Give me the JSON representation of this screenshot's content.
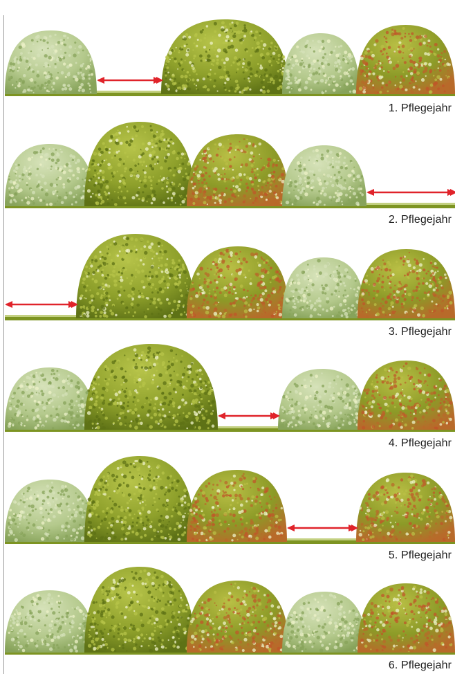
{
  "panels": [
    {
      "label": "1. Pflegejahr",
      "shrubs": [
        {
          "tone": "pale",
          "l": 7,
          "r": 140,
          "h": 92
        },
        {
          "tone": "olive",
          "l": 233,
          "r": 418,
          "h": 108
        },
        {
          "tone": "pale",
          "l": 408,
          "r": 520,
          "h": 88
        },
        {
          "tone": "red",
          "l": 515,
          "r": 658,
          "h": 100
        }
      ],
      "gap": {
        "l": 140,
        "r": 233
      }
    },
    {
      "label": "2. Pflegejahr",
      "shrubs": [
        {
          "tone": "pale",
          "l": 7,
          "r": 137,
          "h": 90
        },
        {
          "tone": "olive",
          "l": 122,
          "r": 282,
          "h": 122
        },
        {
          "tone": "red",
          "l": 270,
          "r": 418,
          "h": 104
        },
        {
          "tone": "pale",
          "l": 408,
          "r": 530,
          "h": 88
        }
      ],
      "gap": {
        "l": 530,
        "r": 658
      }
    },
    {
      "label": "3. Pflegejahr",
      "shrubs": [
        {
          "tone": "olive",
          "l": 110,
          "r": 282,
          "h": 122
        },
        {
          "tone": "red",
          "l": 270,
          "r": 418,
          "h": 104
        },
        {
          "tone": "pale",
          "l": 408,
          "r": 528,
          "h": 88
        },
        {
          "tone": "red",
          "l": 517,
          "r": 658,
          "h": 100
        }
      ],
      "gap": {
        "l": 7,
        "r": 110
      }
    },
    {
      "label": "4. Pflegejahr",
      "shrubs": [
        {
          "tone": "pale",
          "l": 7,
          "r": 137,
          "h": 90
        },
        {
          "tone": "olive",
          "l": 122,
          "r": 315,
          "h": 124
        },
        {
          "tone": "pale",
          "l": 402,
          "r": 530,
          "h": 88
        },
        {
          "tone": "red",
          "l": 517,
          "r": 658,
          "h": 100
        }
      ],
      "gap": {
        "l": 315,
        "r": 402
      }
    },
    {
      "label": "5. Pflegejahr",
      "shrubs": [
        {
          "tone": "pale",
          "l": 7,
          "r": 137,
          "h": 90
        },
        {
          "tone": "olive",
          "l": 122,
          "r": 282,
          "h": 124
        },
        {
          "tone": "red",
          "l": 270,
          "r": 415,
          "h": 104
        },
        {
          "tone": "red",
          "l": 515,
          "r": 658,
          "h": 100
        }
      ],
      "gap": {
        "l": 415,
        "r": 515
      }
    },
    {
      "label": "6. Pflegejahr",
      "shrubs": [
        {
          "tone": "pale",
          "l": 7,
          "r": 137,
          "h": 90
        },
        {
          "tone": "olive",
          "l": 122,
          "r": 282,
          "h": 124
        },
        {
          "tone": "red",
          "l": 270,
          "r": 418,
          "h": 104
        },
        {
          "tone": "pale",
          "l": 408,
          "r": 530,
          "h": 88
        },
        {
          "tone": "red",
          "l": 517,
          "r": 658,
          "h": 100
        }
      ],
      "gap": null
    }
  ],
  "colors": {
    "arrow": "#e0232a",
    "ground": "#7d9422",
    "pale": [
      "#d6e2b9",
      "#b4c98c",
      "#87a35a"
    ],
    "olive": [
      "#b7c44a",
      "#8ea02b",
      "#5e7216"
    ],
    "red": [
      "#b9bf45",
      "#8c9a27",
      "#b86a2a"
    ]
  }
}
